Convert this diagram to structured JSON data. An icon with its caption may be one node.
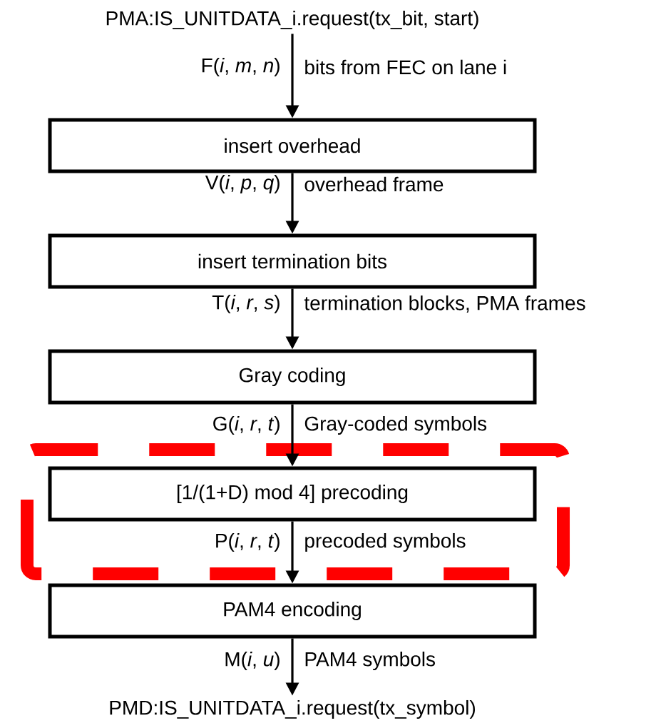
{
  "diagram": {
    "nodes": [
      {
        "text": [
          "PMA:IS_UNITDATA_i.request(tx_bit, start)"
        ]
      },
      {
        "text": [
          "insert overhead"
        ]
      },
      {
        "text": [
          "insert termination bits"
        ]
      },
      {
        "text": [
          "Gray coding"
        ]
      },
      {
        "text": [
          "[1/(1+D) mod 4] precoding"
        ]
      },
      {
        "text": [
          "PAM4 encoding"
        ]
      },
      {
        "text": [
          "PMD:IS_UNITDATA_i.request(tx_symbol)"
        ]
      }
    ],
    "edges": [
      {
        "from": 0,
        "to": 1,
        "arrow": "to",
        "label": "F(*i*, *m*, *n*)"
      },
      {
        "from": 1,
        "to": 2,
        "arrow": "to",
        "label": "V(*i*, *p*, *q*)"
      },
      {
        "from": 2,
        "to": 3,
        "arrow": "to",
        "label": "T(*i*, *r*, *s*)"
      },
      {
        "from": 3,
        "to": 4,
        "arrow": "to",
        "label": "G(*i*, *r*, *t*)"
      },
      {
        "from": 4,
        "to": 5,
        "arrow": "to",
        "label": "P(*i*, *r*, *t*)"
      },
      {
        "from": 5,
        "to": 6,
        "arrow": "to",
        "label": "M(*i*, *u*)"
      }
    ],
    "labels": [
      "bits from FEC on lane i",
      "overhead frame",
      "termination blocks, PMA frames",
      "Gray-coded symbols",
      "precoded symbols",
      "PAM4 symbols"
    ]
  }
}
